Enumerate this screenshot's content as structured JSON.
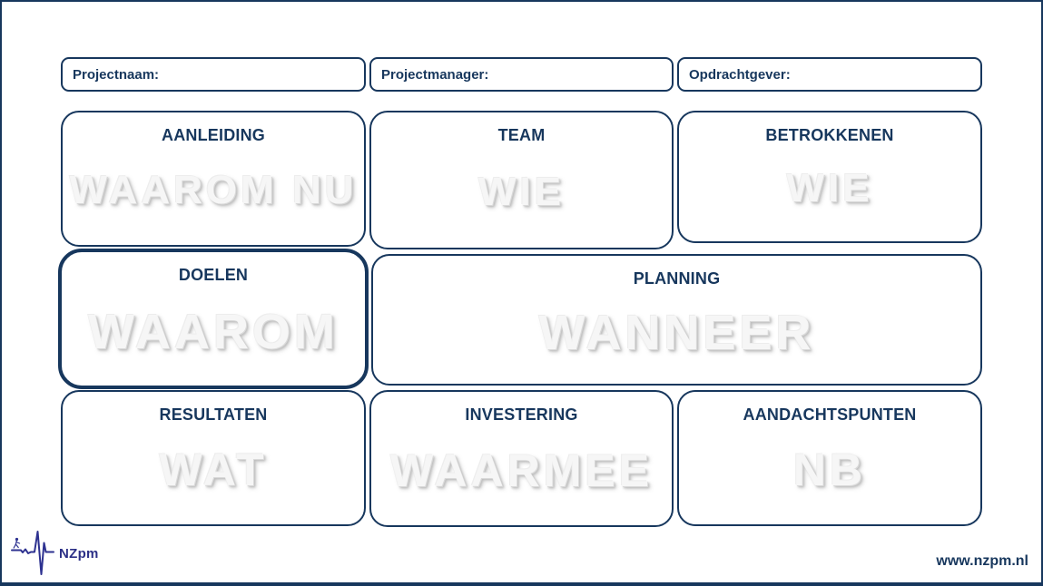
{
  "colors": {
    "navy": "#17375d",
    "logo_blue": "#2d3190",
    "watermark": "#f6f6f6"
  },
  "fields": [
    {
      "label": "Projectnaam:",
      "value": ""
    },
    {
      "label": "Projectmanager:",
      "value": ""
    },
    {
      "label": "Opdrachtgever:",
      "value": ""
    }
  ],
  "canvas": {
    "boxes": [
      {
        "title": "AANLEIDING",
        "watermark": "WAAROM NU"
      },
      {
        "title": "TEAM",
        "watermark": "WIE"
      },
      {
        "title": "BETROKKENEN",
        "watermark": "WIE"
      },
      {
        "title": "DOELEN",
        "watermark": "WAAROM",
        "highlighted": true
      },
      {
        "title": "PLANNING",
        "watermark": "WANNEER"
      },
      {
        "title": "RESULTATEN",
        "watermark": "WAT"
      },
      {
        "title": "INVESTERING",
        "watermark": "WAARMEE"
      },
      {
        "title": "AANDACHTSPUNTEN",
        "watermark": "NB"
      }
    ]
  },
  "footer": {
    "logo_text": "NZpm",
    "url": "www.nzpm.nl"
  }
}
